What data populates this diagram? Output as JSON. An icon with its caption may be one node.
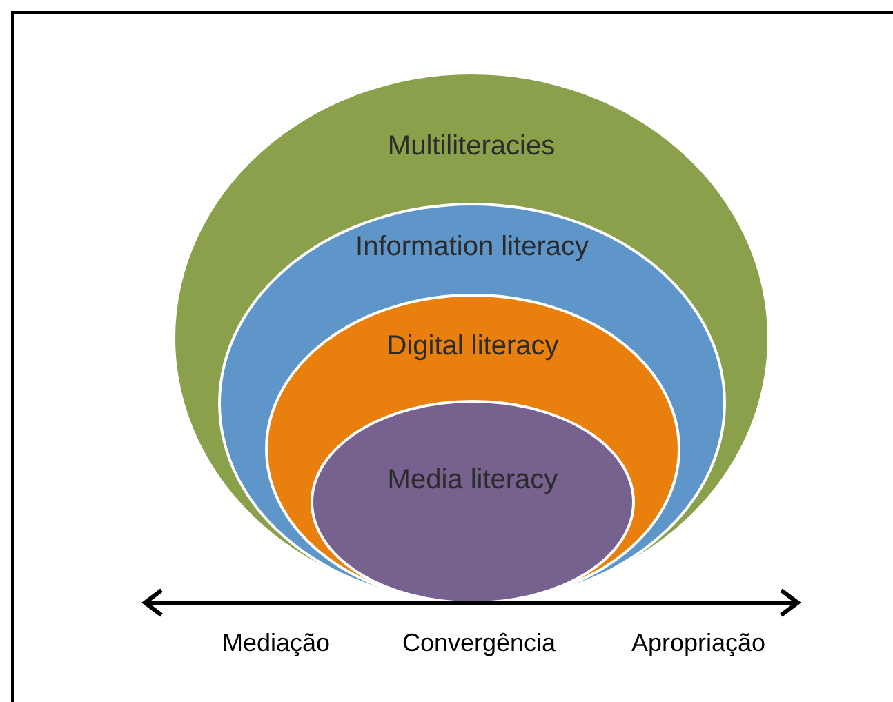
{
  "diagram": {
    "nodes": [
      {
        "text": [
          "Multiliteracies"
        ]
      },
      {
        "text": [
          "Information literacy"
        ],
        "in": 0
      },
      {
        "text": [
          "Digital literacy"
        ],
        "in": 1
      },
      {
        "text": [
          "Media literacy"
        ],
        "in": 2
      }
    ],
    "labels": [
      "Mediação",
      "Convergência",
      "Apropriação"
    ]
  }
}
